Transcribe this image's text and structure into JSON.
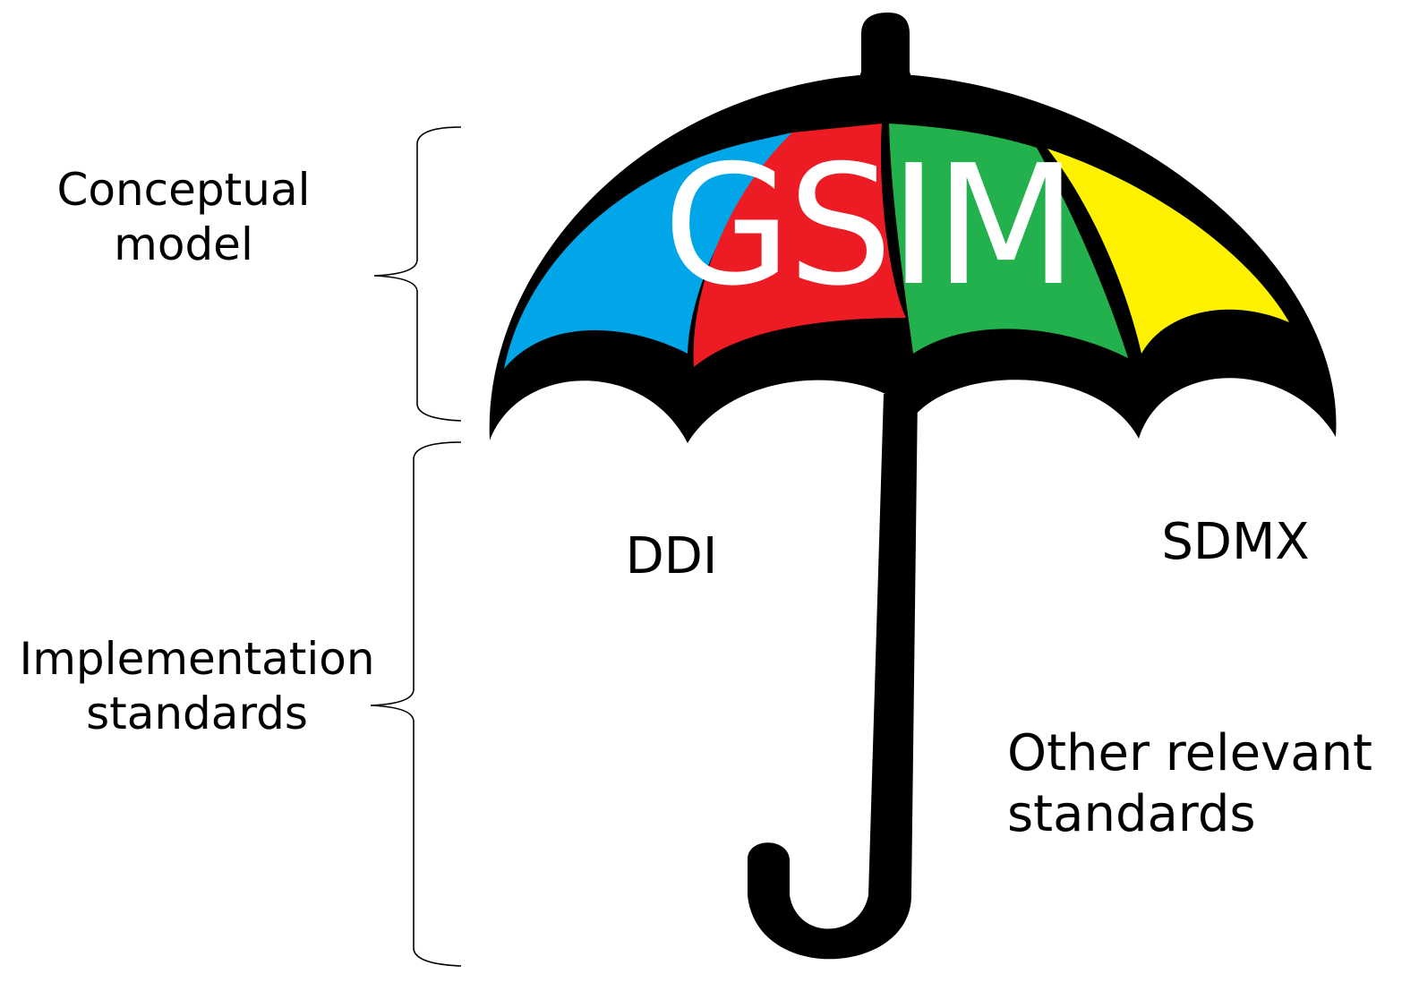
{
  "umbrella": {
    "title": "GSIM",
    "panel_colors": {
      "blue": "#00a6e8",
      "red": "#ed1c24",
      "green": "#22b14c",
      "yellow": "#fff200"
    },
    "outline_color": "#000000",
    "title_color": "#ffffff"
  },
  "brackets": {
    "conceptual": {
      "line1": "Conceptual",
      "line2": "model"
    },
    "implementation": {
      "line1": "Implementation",
      "line2": "standards"
    }
  },
  "standards": {
    "ddi": "DDI",
    "sdmx": "SDMX",
    "other_line1": "Other relevant",
    "other_line2": "standards"
  }
}
